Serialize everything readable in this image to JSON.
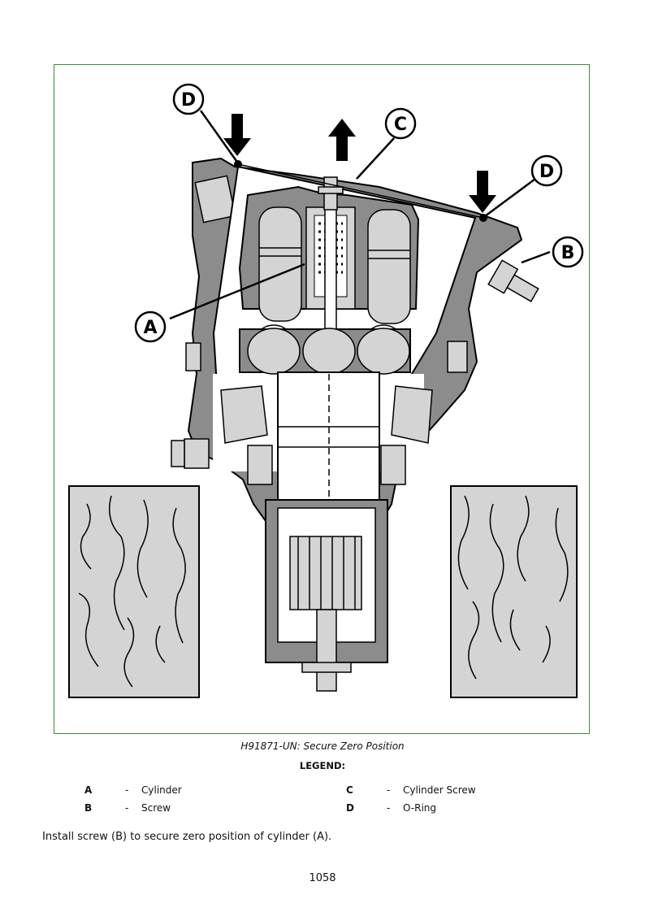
{
  "figure": {
    "callouts": {
      "a": "A",
      "b": "B",
      "c": "C",
      "d": "D"
    },
    "caption": "H91871-UN: Secure Zero Position",
    "colors": {
      "frame": "#3e8a3e",
      "part_fill": "#8c8c8c",
      "block_fill": "#d4d4d4"
    }
  },
  "legend": {
    "title": "LEGEND:",
    "items": [
      {
        "key": "A",
        "dash": "-",
        "label": "Cylinder"
      },
      {
        "key": "C",
        "dash": "-",
        "label": "Cylinder Screw"
      },
      {
        "key": "B",
        "dash": "-",
        "label": "Screw"
      },
      {
        "key": "D",
        "dash": "-",
        "label": "O-Ring"
      }
    ]
  },
  "instruction": "Install screw (B) to secure zero position of cylinder (A).",
  "page_number": "1058"
}
